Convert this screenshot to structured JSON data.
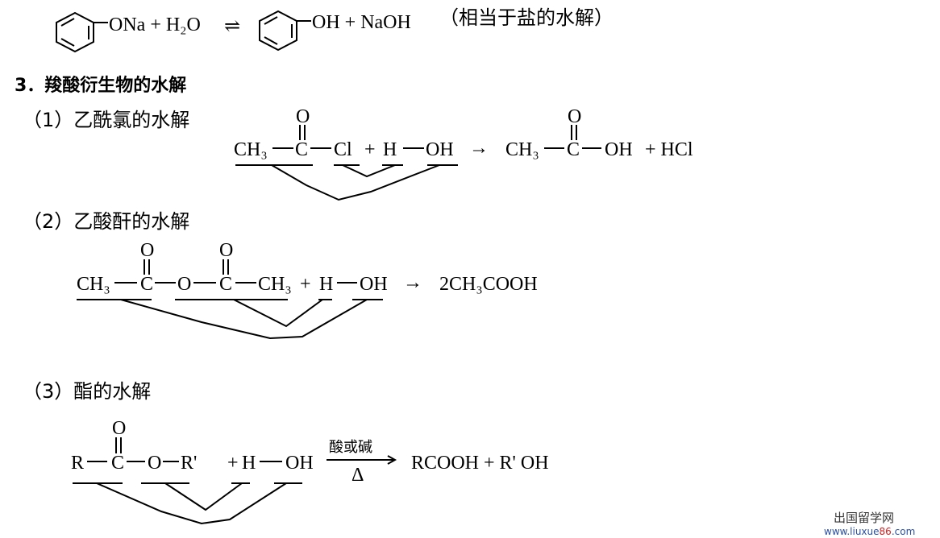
{
  "phenoxide_eq": {
    "reactant": "ONa + H₂O",
    "equilibrium": "⇌",
    "product": "OH + NaOH",
    "note": "（相当于盐的水解）"
  },
  "section": {
    "heading": "3．羧酸衍生物的水解"
  },
  "acyl_chloride": {
    "label": "（1）乙酰氯的水解",
    "ch3": "CH₃",
    "c": "C",
    "o": "O",
    "cl": "Cl",
    "plus": "+",
    "h": "H",
    "oh": "OH",
    "arrow": "→",
    "p_ch3": "CH₃",
    "p_c": "C",
    "p_o": "O",
    "p_oh": "OH",
    "p_rest": "+ HCl"
  },
  "anhydride": {
    "label": "（2）乙酸酐的水解",
    "ch3a": "CH₃",
    "c1": "C",
    "o1": "O",
    "o_bridge": "O",
    "c2": "C",
    "o2": "O",
    "ch3b": "CH₃",
    "plus": "+",
    "h": "H",
    "oh": "OH",
    "arrow": "→",
    "product": "2CH₃COOH"
  },
  "ester": {
    "label": "（3）酯的水解",
    "r": "R",
    "c": "C",
    "o_top": "O",
    "o": "O",
    "r_prime": "R'",
    "plus": "+",
    "h": "H",
    "oh": "OH",
    "condition": "酸或碱",
    "heat": "Δ",
    "product": "RCOOH + R' OH"
  },
  "watermark": {
    "name": "出国留学网",
    "url_a": "www.liuxue",
    "url_b": "86",
    "url_c": ".com"
  }
}
